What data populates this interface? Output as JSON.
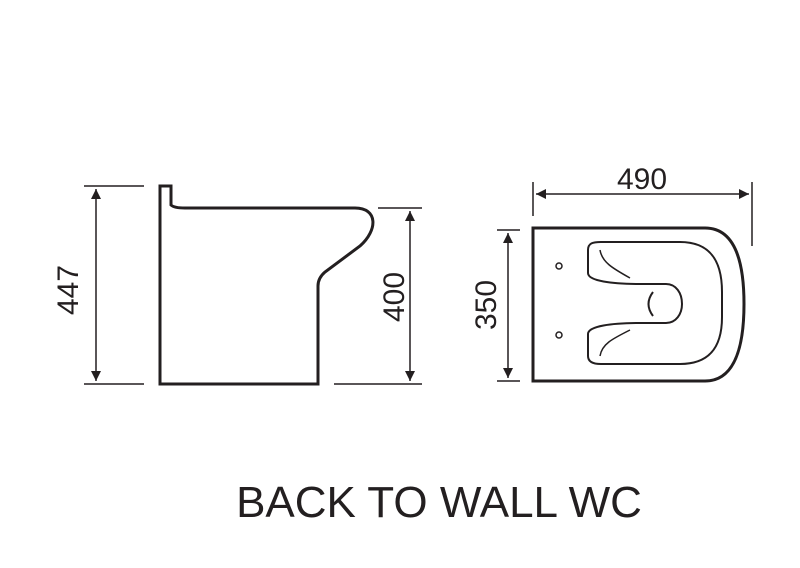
{
  "diagram": {
    "title": "BACK TO WALL WC",
    "dimensions": {
      "overall_height": "447",
      "seat_height": "400",
      "width": "350",
      "projection": "490"
    },
    "colors": {
      "line": "#231f20",
      "background": "#ffffff"
    }
  }
}
